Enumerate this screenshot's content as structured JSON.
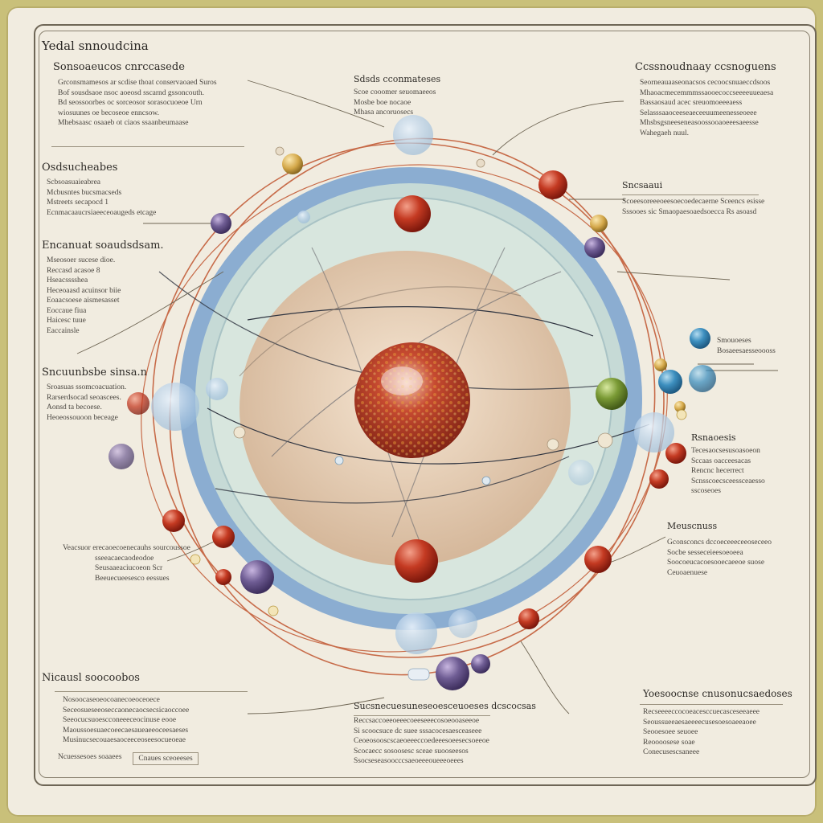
{
  "title": "Yedal snnoudcina",
  "footer": "",
  "blocks": {
    "top_left": {
      "heading": "Sonsoaeucos cnrccasede",
      "lines": [
        "Grconsmamesos ar scdise thoat conservaoaed Suros",
        "Bof sousdsaoe nsoc aoeosd sscarnd gssoncouth.",
        "Bd seossoorbes oc sorceosor sorasocuoeoe Urn",
        "wiosuunes oe becoseoe enncsow.",
        "Mhebsaasc osaaeb ot ciaos ssaanbeumaase"
      ]
    },
    "left_1": {
      "heading": "Osdsucheabes",
      "lines": [
        "Scbsoasuaieabrea",
        "Mcbusntes bucsmacseds",
        "Mstreets secapocd 1",
        "Ecnmacaaucrsiaeeceoaugeds etcage"
      ]
    },
    "left_2": {
      "heading": "Encanuat soaudsdsam.",
      "lines": [
        "Mseosoer sucese dioe.",
        "Reccasd acasoe 8",
        "Hseacsssshea",
        "Heceoaasd acuinsor biie",
        "Eoaacsoese aismesasset",
        "Eoccaue fiua",
        "Haicesc tuue",
        "Eaccainsle"
      ]
    },
    "left_3": {
      "heading": "Sncuunbsbe sinsa.n",
      "lines": [
        "Sroasuas ssomcoacuation.",
        "Rarserdsocad seoascees.",
        "Aonsd ta becoese.",
        "Heoeossouoon beceage"
      ]
    },
    "left_4": {
      "lines": [
        "Veacsuor erecaoecoenecauhs sourcoussoe",
        "sseeacaecaodeodoe",
        "Seusaaeaciucoeon Scr",
        "Beeuecueesesco eessues"
      ]
    },
    "bottom_left": {
      "heading": "Nicausl soocoobos",
      "lines": [
        "Nosoocaseoeocoanecoeoceoece",
        "Seceosueseeoseccaonecaocsecsicaoccoee",
        "Seeocucsuoescconeeeceocinuse eooe",
        "Maoussoesuaecoeecaesaueaeeoceesaeses",
        "Musinucsecouaesaoceeceoseesocueoeae"
      ],
      "tag_left": "Ncuessesoes soaaees",
      "tag_right": "Cnaues sceoeeses"
    },
    "top_center": {
      "heading": "Sdsds cconmateses",
      "lines": [
        "Scoe cooomer seuomaeeos",
        "Mosbe boe nocaoe",
        "Mhasa ancoruosecs"
      ]
    },
    "top_right": {
      "heading": "Ccssnoudnaay ccsnoguens",
      "lines": [
        "Seorneauaaseonacsos cecoocsnuaeccdsoos",
        "Mhaoacmecemmmssaooecoccseeeeuueaesa",
        "Bassaosaud acec sreuomoeeeaess",
        "Selasssaaoceeseaeceeuumeenesseoeee",
        "Mhsbsgsneeseneasoossooaoeeesaeesse",
        "Wahegaeh nuul."
      ]
    },
    "right_1": {
      "heading": "Sncsaaui",
      "lines": [
        "Scoeesoreeeoeesoecoedecaerne Sceencs esisse",
        "Sssooes sic Smaopaesoaedsoecca Rs asoasd"
      ]
    },
    "right_2": {
      "lines": [
        "Smouoeses",
        "Bosaeesaesseoooss"
      ]
    },
    "right_3": {
      "heading": "Rsnaoesis",
      "lines": [
        "Tecesaocsesusoasoeon",
        "Sccaas oacceesacas",
        "Rencnc hecerrect",
        "Scnsscoecsceessceaesso",
        "sscoseoes"
      ]
    },
    "right_4": {
      "heading": "Meuscnuss",
      "lines": [
        "Gconsconcs dccoeceeeceeoseceeo",
        "Socbe sesseceieesoeoeea",
        "Soocoeucacoesooecaeeoe suose",
        "Ceuoaenuese"
      ]
    },
    "bottom_center": {
      "heading": "Sucsnecuesuneseoesceuoeses dcscocsas",
      "lines": [
        "Reccsaccoeeoeeecoeeseeecosoeooaseeoe",
        "Si scoocsuce dc suee sssacocesaesceaseee",
        "Ceoeosooscscaeoeeeccoedeeesoeesecsoeeoe",
        "Scocaecc sosoosesc sceae suooseesos",
        "Ssocseseasoocccsaeoeeeoueeeoeees"
      ]
    },
    "bottom_right": {
      "heading": "Yoesoocnse cnusonucsaedoses",
      "lines": [
        "Recseeeeccocoeacesccuecasceseeaeee",
        "Seoussueeaesaeeeecusesoesoaeeaoee",
        "Seooesoee seuoee",
        "Reoooosese soae",
        "Conecusescsaneee"
      ]
    }
  },
  "colors": {
    "outer_ring": "#7fa6cf",
    "inner_ring": "#c6dad6",
    "core": "#dcc3a6",
    "nucleus": "#b53a24",
    "orbit": "#c0552f",
    "wire": "#2f3440"
  }
}
